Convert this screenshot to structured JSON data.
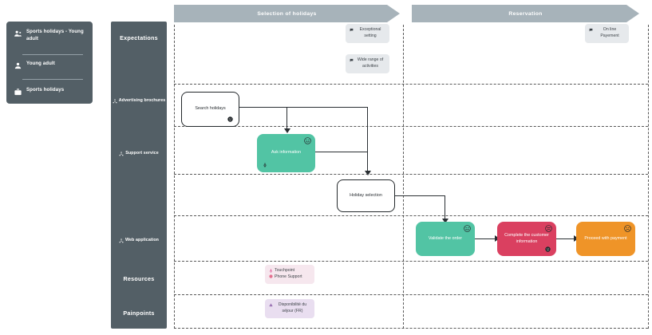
{
  "persona": {
    "items": [
      {
        "icon": "persona-group-icon",
        "label": "Sports holidays - Young adult"
      },
      {
        "icon": "user-icon",
        "label": "Young adult"
      },
      {
        "icon": "suitcase-icon",
        "label": "Sports holidays"
      }
    ]
  },
  "phases": [
    {
      "label": "Selection of holidays"
    },
    {
      "label": "Reservation"
    }
  ],
  "lanes": [
    {
      "id": "expectations",
      "label": "Expectations",
      "icon": null
    },
    {
      "id": "advertising",
      "label": "Advertising brochures",
      "icon": "channel-icon"
    },
    {
      "id": "support",
      "label": "Support service",
      "icon": "channel-icon"
    },
    {
      "id": "webapp",
      "label": "Web application",
      "icon": "channel-icon"
    },
    {
      "id": "resources",
      "label": "Resources",
      "icon": null
    },
    {
      "id": "painpoints",
      "label": "Painpoints",
      "icon": null
    }
  ],
  "notes": [
    {
      "id": "exceptional-setting",
      "lane": "expectations",
      "phase": 1,
      "style": "grey",
      "lines": [
        {
          "icon": "quote-icon",
          "text": "Exceptional setting"
        }
      ]
    },
    {
      "id": "wide-range",
      "lane": "expectations",
      "phase": 1,
      "style": "grey",
      "lines": [
        {
          "icon": "quote-icon",
          "text": "Wide range of activities"
        }
      ]
    },
    {
      "id": "online-payement",
      "lane": "expectations",
      "phase": 2,
      "style": "grey",
      "lines": [
        {
          "icon": "quote-icon",
          "text": "On line Payement"
        }
      ]
    },
    {
      "id": "touchpoint-phone",
      "lane": "resources",
      "phase": 1,
      "style": "pink",
      "lines": [
        {
          "icon": "touchpoint-icon",
          "text": "Touchpoint"
        },
        {
          "icon": "phone-dot-icon",
          "text": "Phone Support"
        }
      ]
    },
    {
      "id": "disponibilite",
      "lane": "painpoints",
      "phase": 1,
      "style": "purple",
      "lines": [
        {
          "icon": "painpoint-icon",
          "text": "Disponibilité du séjour (FR)"
        }
      ]
    }
  ],
  "steps": [
    {
      "id": "search-holidays",
      "label": "Search holidays",
      "style": "white",
      "lane": "advertising",
      "phase": 1,
      "badges": [
        "emotion-neutral-icon"
      ]
    },
    {
      "id": "ask-information",
      "label": "Ask information",
      "style": "teal",
      "lane": "support",
      "phase": 1,
      "badges": [
        "emotion-happy-icon",
        "touchpoint-icon"
      ]
    },
    {
      "id": "holiday-selection",
      "label": "Holiday selection",
      "style": "white",
      "lane": "support",
      "phase": 1,
      "badges": []
    },
    {
      "id": "validate-order",
      "label": "Validate the order",
      "style": "teal",
      "lane": "webapp",
      "phase": 2,
      "badges": [
        "emotion-happy-icon"
      ]
    },
    {
      "id": "complete-customer-information",
      "label": "Complete the customer information",
      "style": "red",
      "lane": "webapp",
      "phase": 2,
      "badges": [
        "emotion-sad-icon",
        "emotion-neutral-icon"
      ]
    },
    {
      "id": "proceed-with-payment",
      "label": "Proceed with payment",
      "style": "orange",
      "lane": "webapp",
      "phase": 2,
      "badges": [
        "emotion-unhappy-icon"
      ]
    }
  ],
  "colors": {
    "slate": "#535f66",
    "phase_bar": "#a7b3ba",
    "teal": "#52c4a4",
    "red": "#da4060",
    "orange": "#ef9428",
    "note_grey": "#e6e9ec",
    "note_pink": "#f6e7ee",
    "note_purple": "#e9def0",
    "connector": "#2a2f33"
  }
}
